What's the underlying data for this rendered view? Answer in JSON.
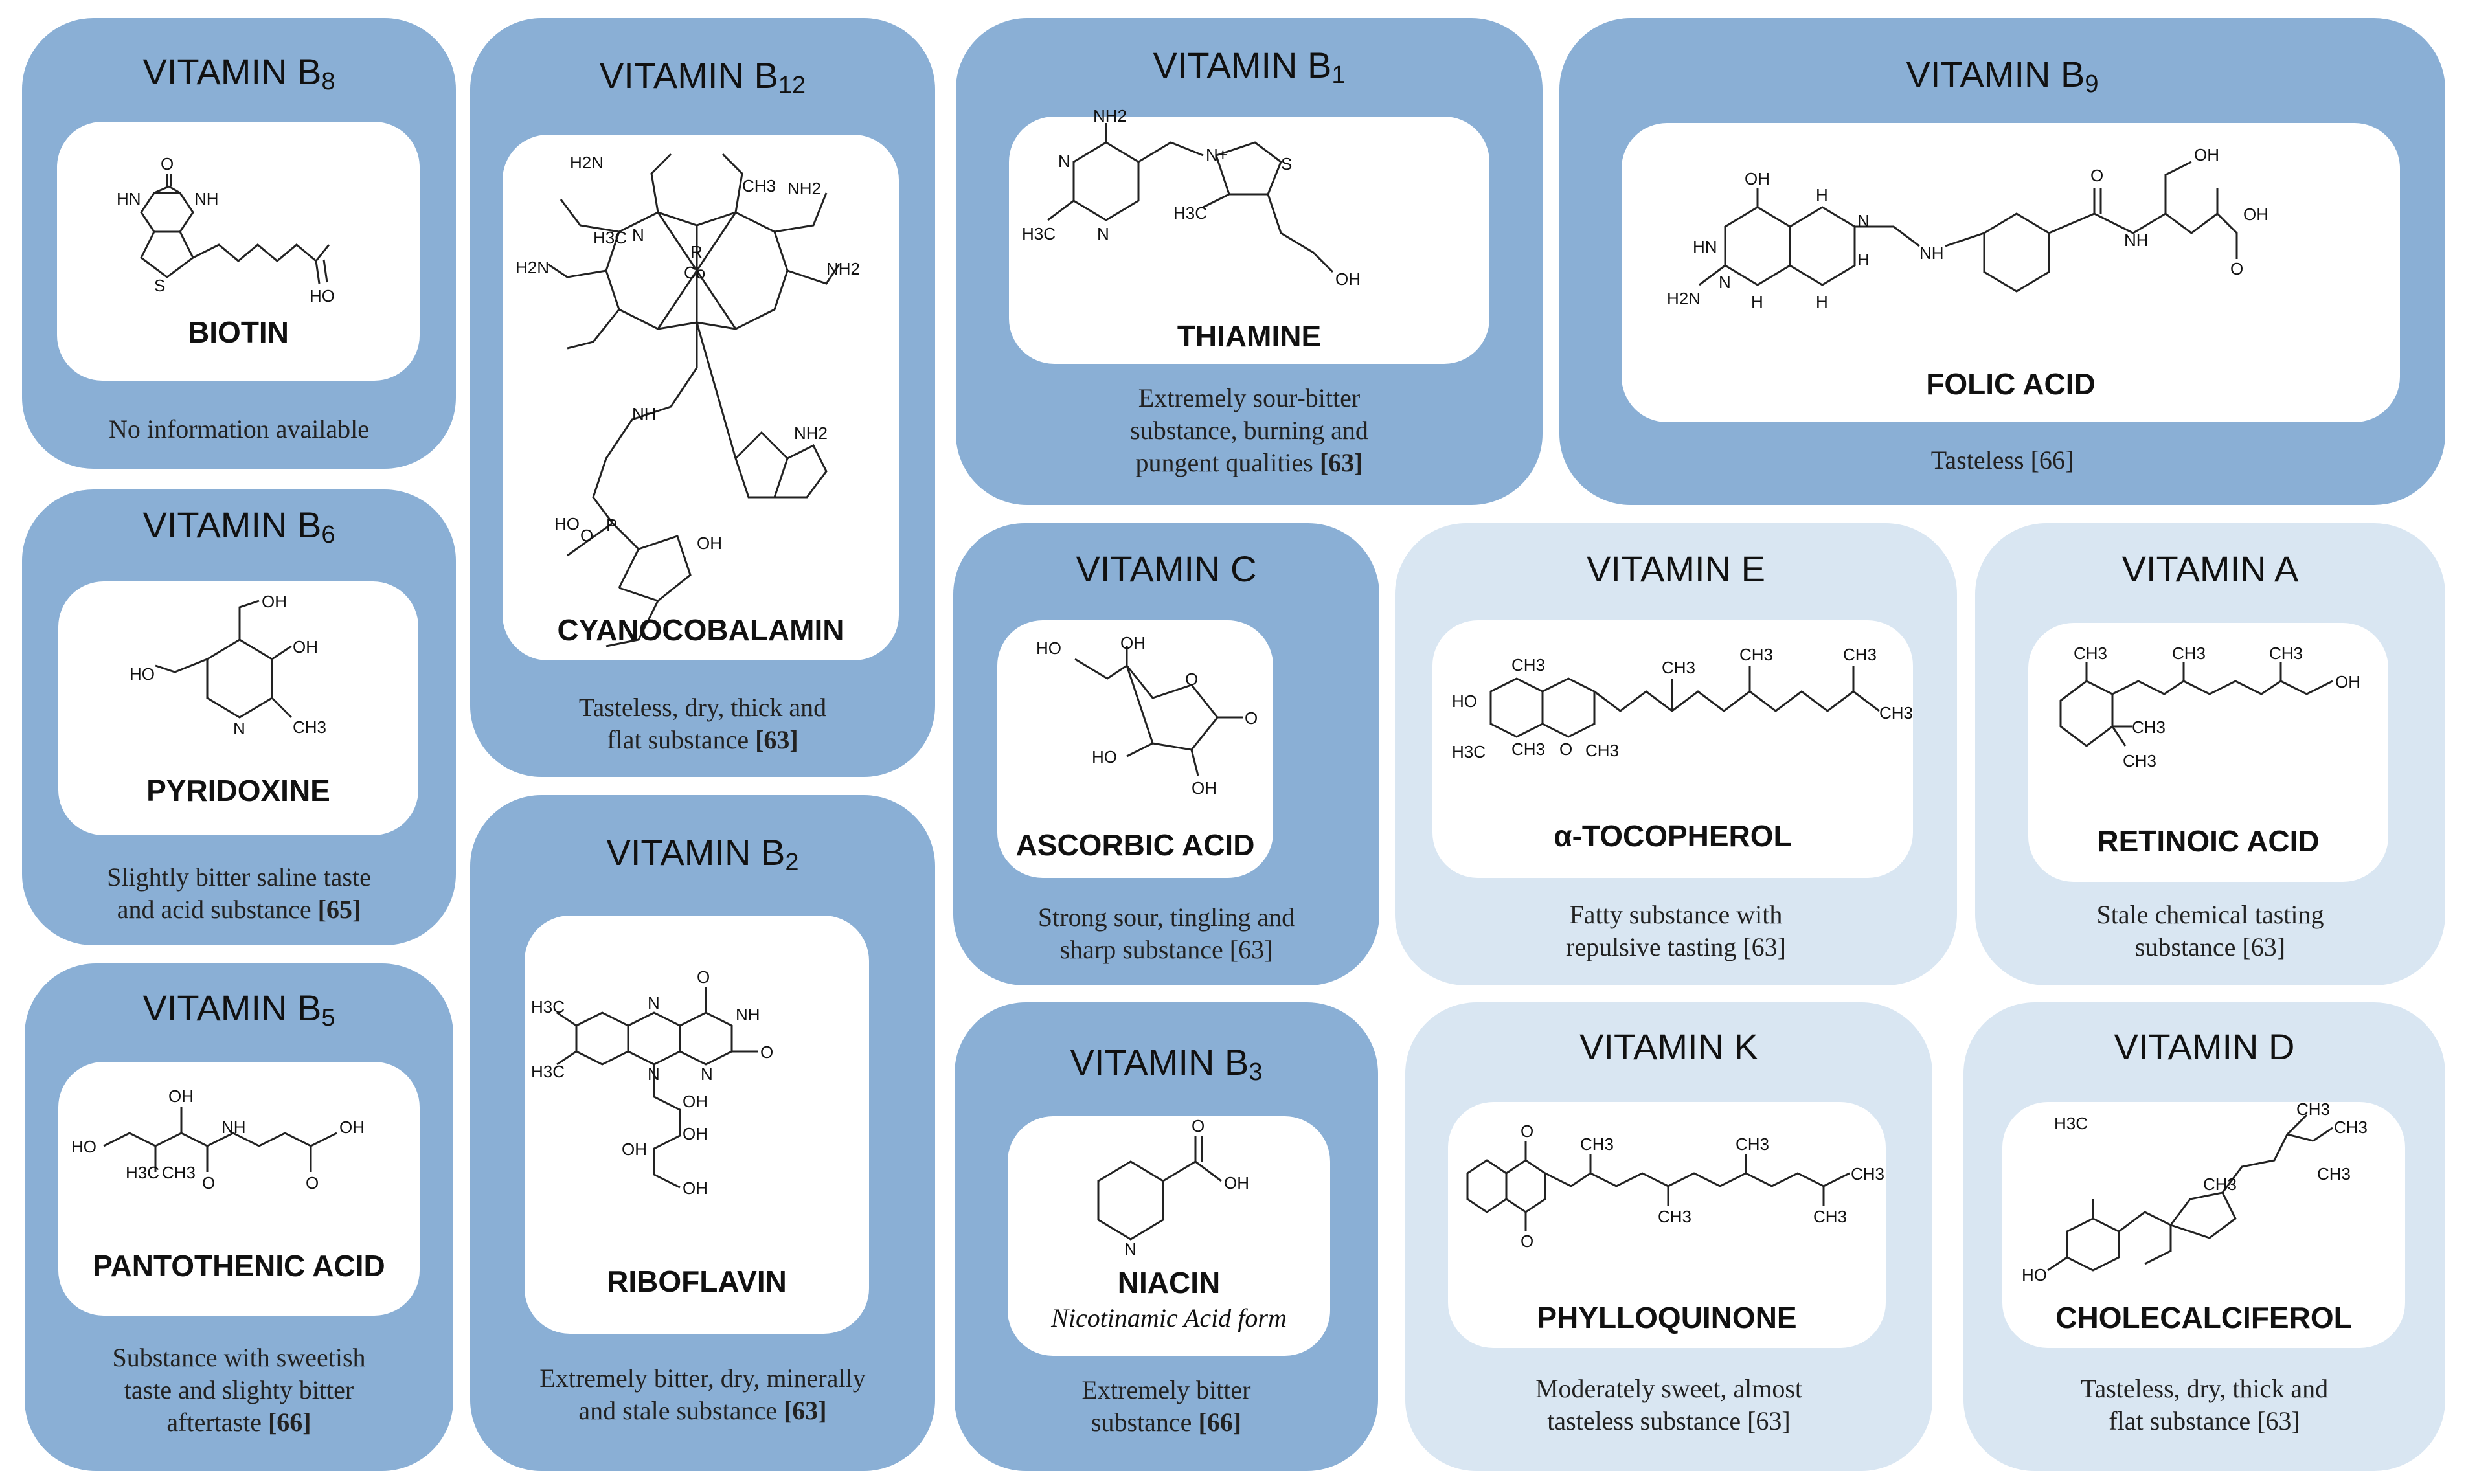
{
  "cards": {
    "b8": {
      "title": "VITAMIN B",
      "sub": "8",
      "compound": "BIOTIN",
      "desc": "No information available",
      "ref": ""
    },
    "b12": {
      "title": "VITAMIN B",
      "sub": "12",
      "compound": "CYANOCOBALAMIN",
      "desc1": "Tasteless, dry, thick and",
      "desc2": "flat  substance",
      "ref": "[63]"
    },
    "b1": {
      "title": "VITAMIN B",
      "sub": "1",
      "compound": "THIAMINE",
      "desc1": "Extremely sour-bitter",
      "desc2": "substance, burning and",
      "desc3": "pungent  qualities",
      "ref": "[63]"
    },
    "b9": {
      "title": "VITAMIN B",
      "sub": "9",
      "compound": "FOLIC ACID",
      "desc": "Tasteless [66]"
    },
    "b6": {
      "title": "VITAMIN B",
      "sub": "6",
      "compound": "PYRIDOXINE",
      "desc1": "Slightly bitter saline taste",
      "desc2": "and acid substance",
      "ref": "[65]"
    },
    "c": {
      "title": "VITAMIN C",
      "compound": "ASCORBIC ACID",
      "desc1": "Strong sour, tingling and",
      "desc2": "sharp substance [63]"
    },
    "e": {
      "title": "VITAMIN E",
      "compound": "α-TOCOPHEROL",
      "desc1": "Fatty substance with",
      "desc2": "repulsive tasting [63]"
    },
    "a": {
      "title": "VITAMIN A",
      "compound": "RETINOIC ACID",
      "desc1": "Stale chemical tasting",
      "desc2": "substance [63]"
    },
    "b2": {
      "title": "VITAMIN B",
      "sub": "2",
      "compound": "RIBOFLAVIN",
      "desc1": "Extremely bitter, dry, minerally",
      "desc2": "and stale substance",
      "ref": "[63]"
    },
    "b5": {
      "title": "VITAMIN B",
      "sub": "5",
      "compound": "PANTOTHENIC ACID",
      "desc1": "Substance with sweetish",
      "desc2": "taste and slighty bitter",
      "desc3": "aftertaste",
      "ref": "[66]"
    },
    "b3": {
      "title": "VITAMIN B",
      "sub": "3",
      "compound": "NIACIN",
      "compound_sub": "Nicotinamic Acid form",
      "desc1": "Extremely bitter",
      "desc2": "substance",
      "ref": "[66]"
    },
    "k": {
      "title": "VITAMIN K",
      "compound": "PHYLLOQUINONE",
      "desc1": "Moderately sweet, almost",
      "desc2": "tasteless substance [63]"
    },
    "d": {
      "title": "VITAMIN D",
      "compound": "CHOLECALCIFEROL",
      "desc1": "Tasteless, dry, thick and",
      "desc2": "flat  substance [63]"
    }
  },
  "colors": {
    "dark_card": "#8aafd5",
    "light_card": "#d9e6f2",
    "inner": "#ffffff"
  },
  "atoms": {
    "biotin": {
      "o": "O",
      "hn": "HN",
      "nh": "NH",
      "s": "S",
      "oh": "HO"
    },
    "thiamine": {
      "nh2": "NH2",
      "n1": "N",
      "n2": "N",
      "h3c1": "H3C",
      "nplus": "N+",
      "s": "S",
      "h3c2": "H3C",
      "oh": "OH"
    },
    "folic": {
      "oh1": "OH",
      "hn": "HN",
      "h2n": "H2N",
      "n1": "N",
      "h1": "H",
      "h2": "H",
      "n2": "N",
      "nh": "NH",
      "h3": "H",
      "h4": "H",
      "o1": "O",
      "o2": "O",
      "oh2": "OH",
      "oh3": "OH",
      "nh2": "NH"
    },
    "pyridoxine": {
      "oh1": "OH",
      "oh2": "OH",
      "ho": "HO",
      "n": "N",
      "ch3": "CH3"
    },
    "ascorbic": {
      "ho1": "HO",
      "oh1": "OH",
      "o1": "O",
      "o2": "O",
      "ho2": "HO",
      "oh2": "OH"
    },
    "tocopherol": {
      "ho": "HO",
      "ch3a": "CH3",
      "h3c": "H3C",
      "ch3b": "CH3",
      "o": "O",
      "ch3c": "CH3",
      "ch3d": "CH3",
      "ch3e": "CH3",
      "ch3f": "CH3",
      "ch3g": "CH3"
    },
    "retinoic": {
      "ch3a": "CH3",
      "ch3b": "CH3",
      "ch3c": "CH3",
      "ch3d": "CH3",
      "ch3e": "CH3",
      "oh": "OH"
    },
    "riboflavin": {
      "o1": "O",
      "nh": "NH",
      "o2": "O",
      "n1": "N",
      "n2": "N",
      "n3": "N",
      "h3c1": "H3C",
      "h3c2": "H3C",
      "oh1": "OH",
      "oh2": "OH",
      "oh3": "OH",
      "oh4": "OH"
    },
    "pantothenic": {
      "oh1": "OH",
      "ho": "HO",
      "nh": "NH",
      "oh2": "OH",
      "h3c": "H3C",
      "ch3": "CH3",
      "o1": "O",
      "o2": "O"
    },
    "niacin": {
      "o": "O",
      "oh": "OH",
      "n": "N"
    },
    "phylloquinone": {
      "o1": "O",
      "o2": "O",
      "ch3a": "CH3",
      "ch3b": "CH3",
      "ch3c": "CH3",
      "ch3d": "CH3",
      "ch3e": "CH3"
    },
    "cholecalciferol": {
      "h3c": "H3C",
      "ch3a": "CH3",
      "ch3b": "CH3",
      "ch3c": "CH3",
      "ho": "HO",
      "ch3d": "CH3"
    },
    "cobalamin": {
      "h2n1": "H2N",
      "h2n2": "H2N",
      "nh2a": "NH2",
      "nh2b": "NH2",
      "co": "Co",
      "r": "R",
      "n": "N",
      "ch3": "CH3",
      "nh": "NH",
      "o": "O",
      "p": "P",
      "ho": "HO",
      "oh": "OH",
      "h3c": "H3C",
      "nh2c": "NH2"
    }
  }
}
